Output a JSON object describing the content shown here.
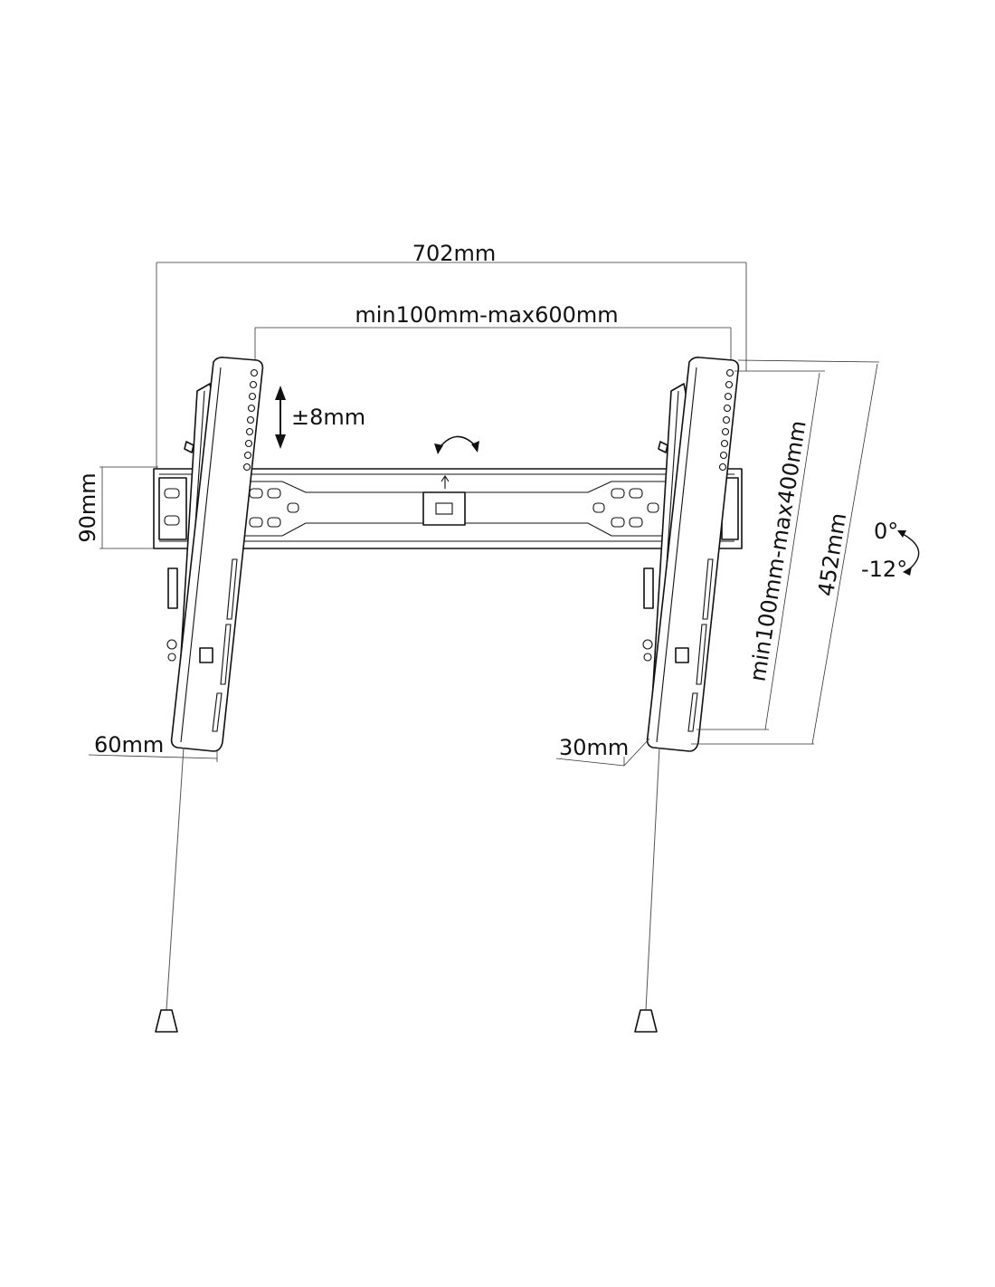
{
  "labels": {
    "overall_width": "702mm",
    "horizontal_vesa": "min100mm-max600mm",
    "vertical_adjust": "±8mm",
    "rail_height": "90mm",
    "left_depth": "60mm",
    "right_depth": "30mm",
    "vertical_vesa": "min100mm-max400mm",
    "arm_length": "452mm",
    "tilt_max": "0°",
    "tilt_min": "-12°"
  },
  "colors": {
    "line": "#111111",
    "dimension_line": "#333333",
    "background": "#ffffff"
  }
}
